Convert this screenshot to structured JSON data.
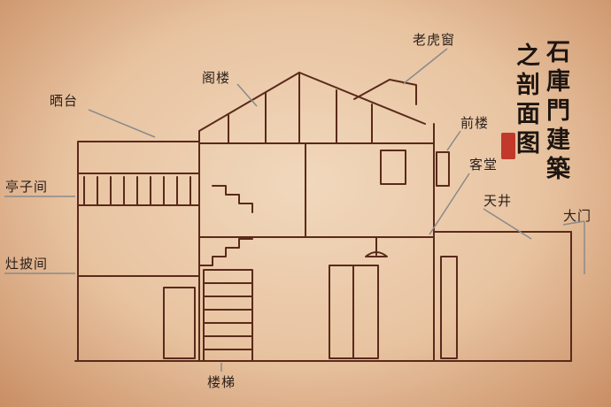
{
  "title": {
    "col1": "石庫門建築",
    "col2": "之剖面图"
  },
  "labels": {
    "tiger_window": "老虎窗",
    "attic": "阁楼",
    "balcony": "晒台",
    "front_building": "前楼",
    "parlor": "客堂",
    "pavilion_room": "亭子间",
    "courtyard": "天井",
    "main_gate": "大门",
    "kitchen": "灶披间",
    "staircase": "楼梯"
  },
  "colors": {
    "ink": "#5a2a1a",
    "paper": "#efd3b6",
    "seal": "#c0392b"
  }
}
